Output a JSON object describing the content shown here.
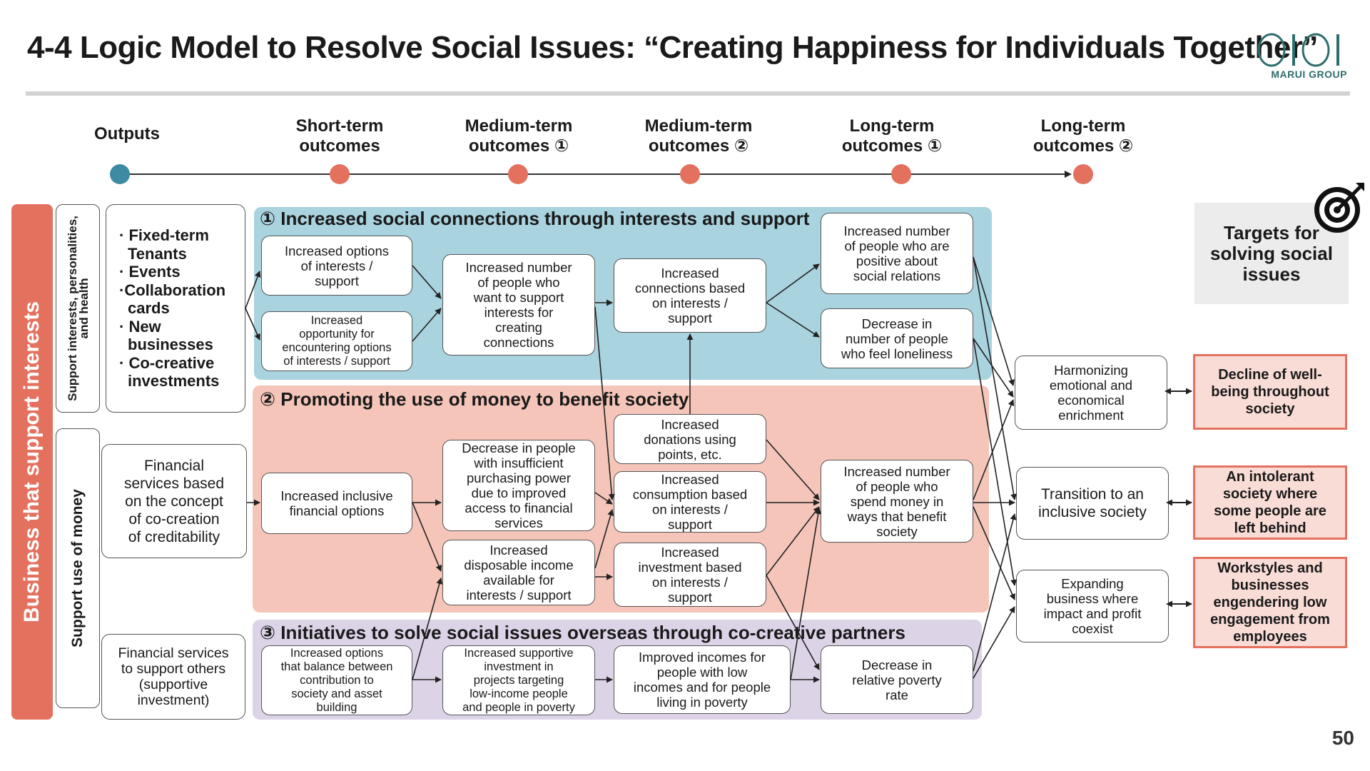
{
  "title": "4-4 Logic Model to Resolve Social Issues: “Creating Happiness for Individuals Together”",
  "logo": {
    "brand": "MARUI GROUP"
  },
  "stages": [
    {
      "line1": "Outputs",
      "line2": ""
    },
    {
      "line1": "Short-term",
      "line2": "outcomes"
    },
    {
      "line1": "Medium-term",
      "line2": "outcomes ①"
    },
    {
      "line1": "Medium-term",
      "line2": "outcomes ②"
    },
    {
      "line1": "Long-term",
      "line2": "outcomes ①"
    },
    {
      "line1": "Long-term",
      "line2": "outcomes ②"
    }
  ],
  "colors": {
    "accent": "#e4715e",
    "teal": "#3d8aa3",
    "blue_band": "#a9d3df",
    "pink_band": "#f5c5b9",
    "purple_band": "#ddd3e7",
    "target_fill": "#f9dcd6"
  },
  "sidebar": {
    "main": "Business that support interests",
    "sub1": "Support interests, personalities, and health",
    "sub2": "Support use of money"
  },
  "outputs": {
    "list": [
      "· Fixed-term",
      "Tenants",
      "· Events",
      "·Collaboration",
      "cards",
      "· New",
      "businesses",
      "· Co-creative",
      "investments"
    ],
    "financial": [
      "Financial",
      "services based",
      "on the concept",
      "of co-creation",
      "of creditability"
    ],
    "supportive": [
      "Financial services",
      "to support others",
      "(supportive",
      "investment)"
    ]
  },
  "bands": {
    "b1": "① Increased social connections through interests and support",
    "b2": "② Promoting the use of money to benefit society",
    "b3": "③ Initiatives to solve social issues overseas through co-creative partners"
  },
  "boxes": {
    "b1_options": [
      "Increased options",
      "of interests /",
      "support"
    ],
    "b1_opportunity": [
      "Increased",
      "opportunity for",
      "encountering options",
      "of interests / support"
    ],
    "b1_people_support": [
      "Increased number",
      "of people who",
      "want to support",
      "interests for",
      "creating",
      "connections"
    ],
    "b1_connections": [
      "Increased",
      "connections based",
      "on interests /",
      "support"
    ],
    "b1_positive": [
      "Increased number",
      "of people who are",
      "positive about",
      "social relations"
    ],
    "b1_loneliness": [
      "Decrease in",
      "number of people",
      "who feel loneliness"
    ],
    "b2_inclusive": [
      "Increased inclusive",
      "financial options"
    ],
    "b2_insufficient": [
      "Decrease in people",
      "with insufficient",
      "purchasing power",
      "due to improved",
      "access to financial",
      "services"
    ],
    "b2_disposable": [
      "Increased",
      "disposable income",
      "available for",
      "interests / support"
    ],
    "b2_donations": [
      "Increased",
      "donations using",
      "points, etc."
    ],
    "b2_consumption": [
      "Increased",
      "consumption based",
      "on interests /",
      "support"
    ],
    "b2_investment": [
      "Increased",
      "investment based",
      "on interests /",
      "support"
    ],
    "b2_spend": [
      "Increased number",
      "of people who",
      "spend money in",
      "ways that benefit",
      "society"
    ],
    "b3_balance": [
      "Increased options",
      "that balance between",
      "contribution to",
      "society and asset",
      "building"
    ],
    "b3_supportive": [
      "Increased supportive",
      "investment in",
      "projects targeting",
      "low-income people",
      "and people in poverty"
    ],
    "b3_incomes": [
      "Improved incomes for",
      "people with low",
      "incomes and for people",
      "living in poverty"
    ],
    "b3_poverty": [
      "Decrease in",
      "relative poverty",
      "rate"
    ],
    "lt_harmonizing": [
      "Harmonizing",
      "emotional and",
      "economical",
      "enrichment"
    ],
    "lt_inclusive": [
      "Transition to an",
      "inclusive society"
    ],
    "lt_expanding": [
      "Expanding",
      "business where",
      "impact and profit",
      "coexist"
    ]
  },
  "targets": {
    "heading": [
      "Targets for",
      "solving social",
      "issues"
    ],
    "t1": [
      "Decline of well-",
      "being throughout",
      "society"
    ],
    "t2": [
      "An intolerant",
      "society where",
      "some people are",
      "left behind"
    ],
    "t3": [
      "Workstyles and",
      "businesses",
      "engendering low",
      "engagement from",
      "employees"
    ]
  },
  "icons": {
    "target": "target-icon"
  },
  "page_number": "50"
}
